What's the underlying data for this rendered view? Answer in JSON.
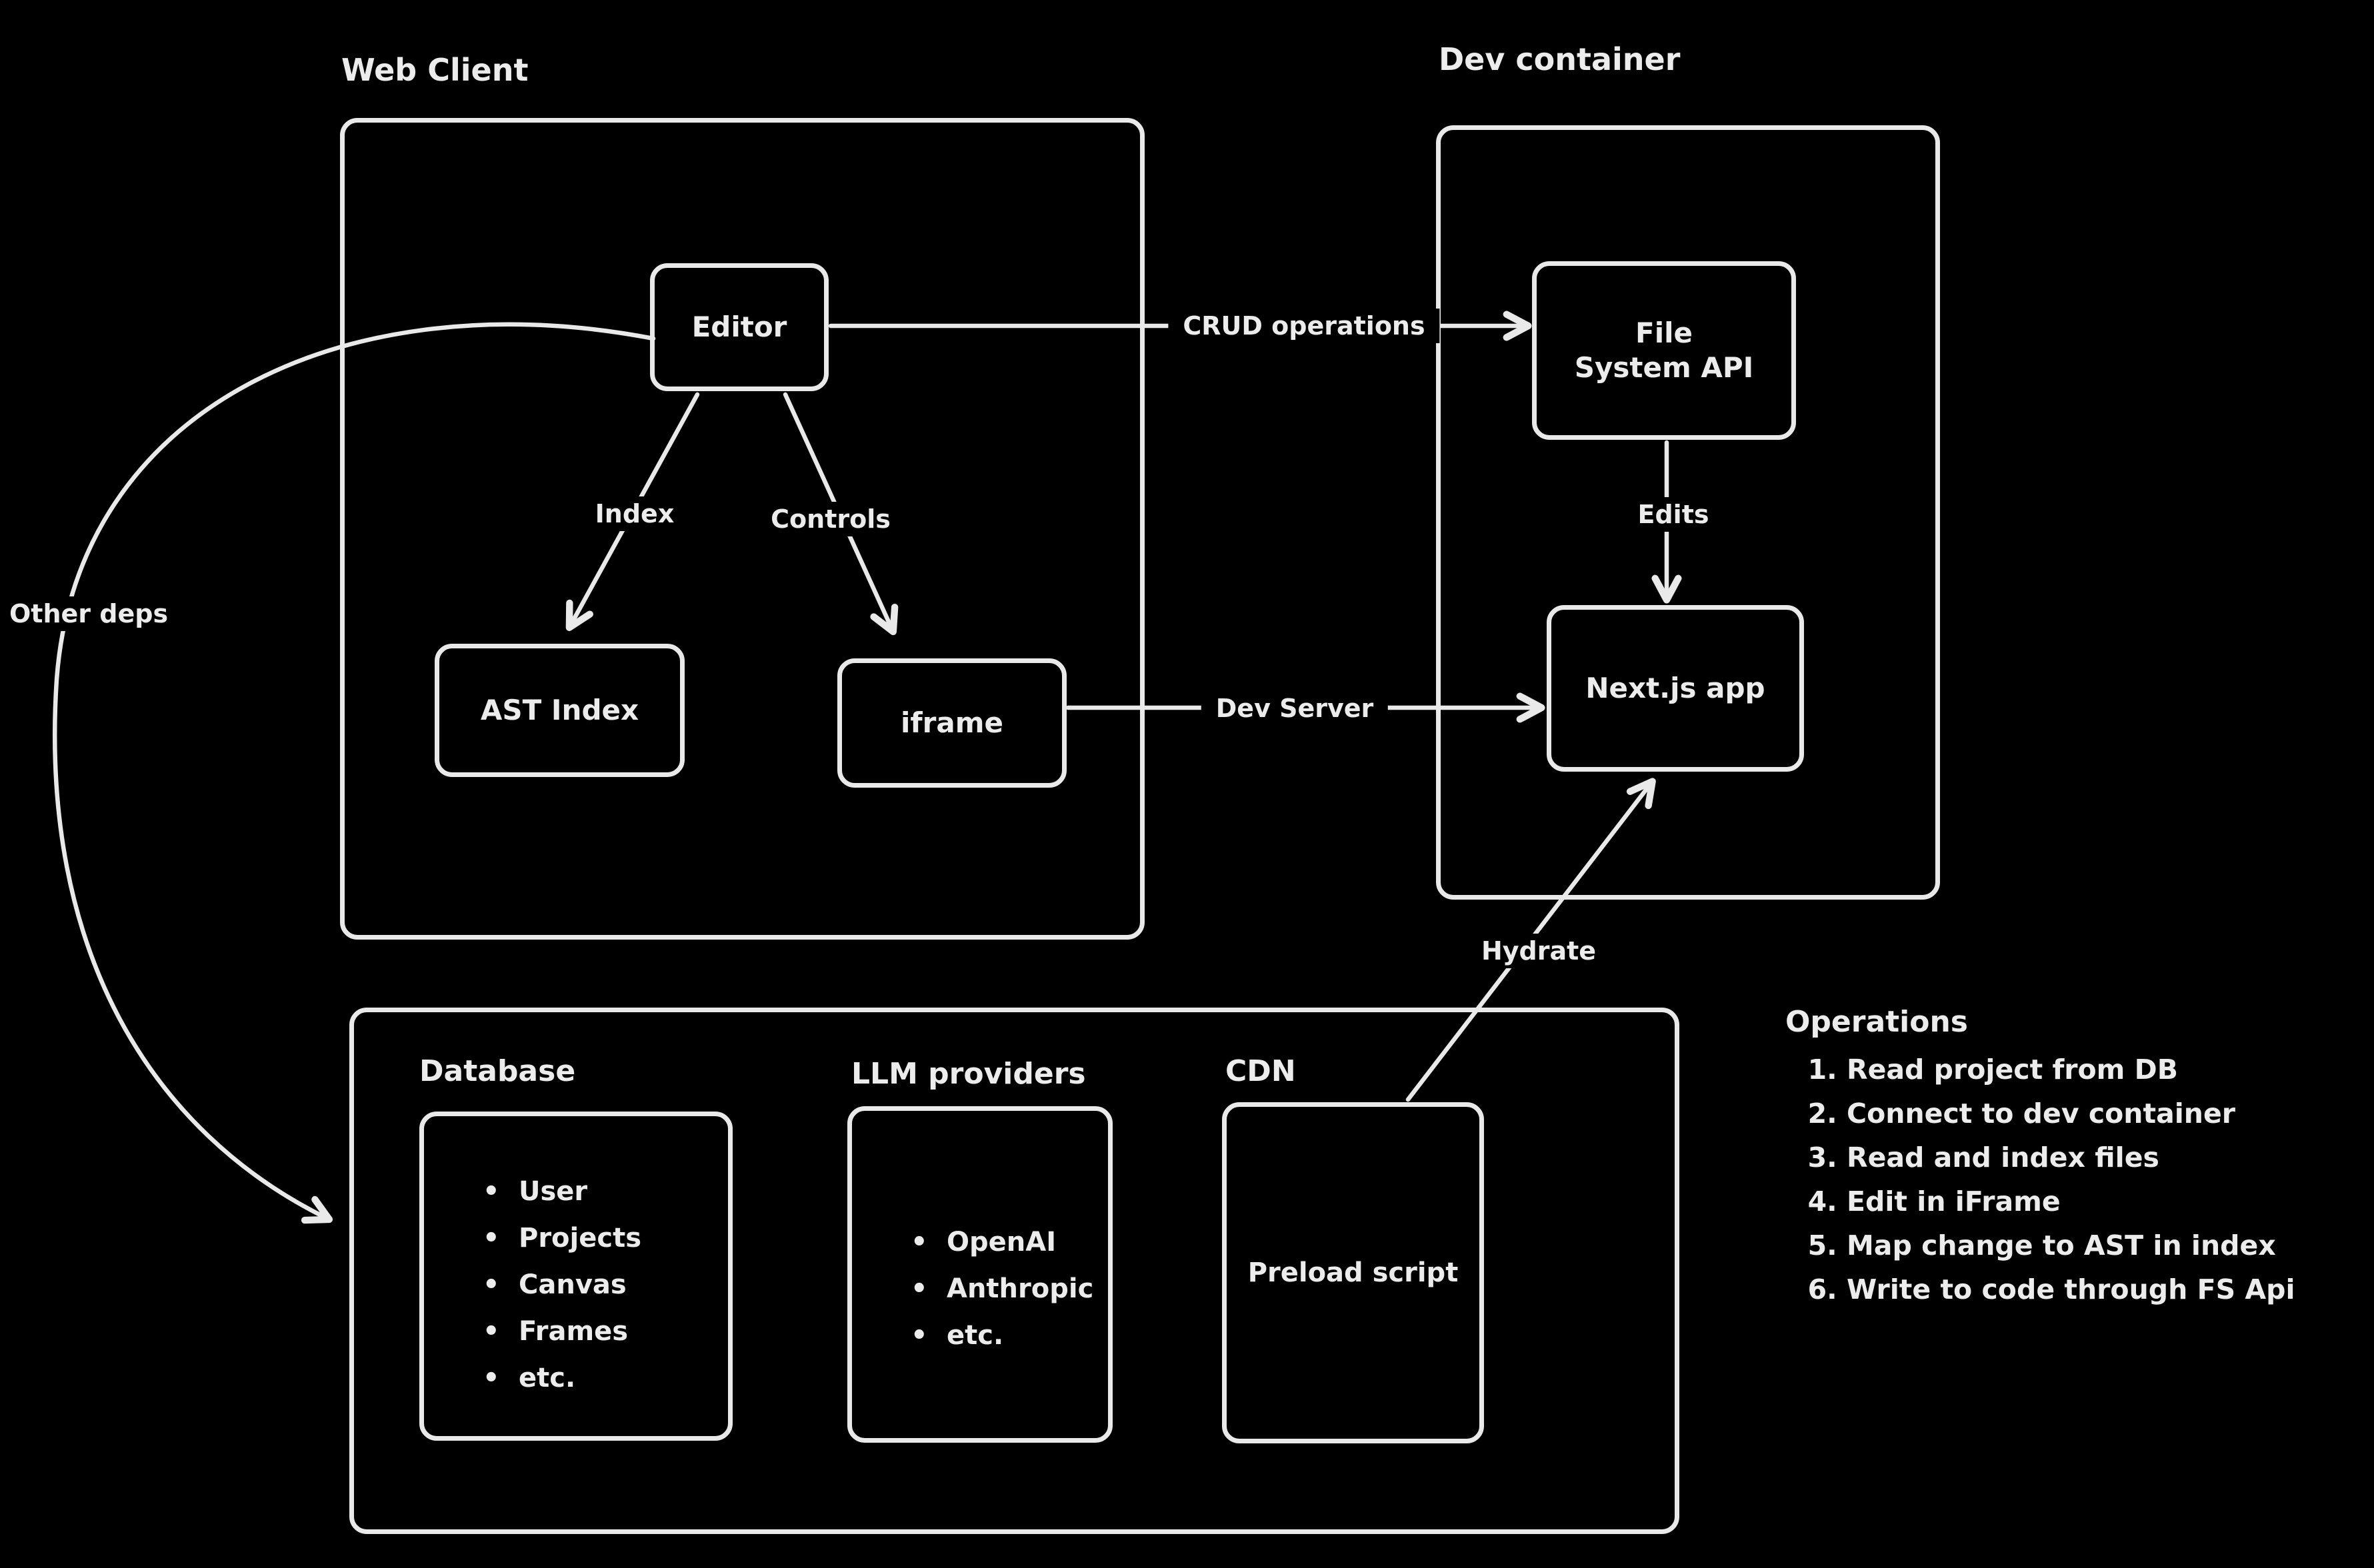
{
  "groups": {
    "web_client": {
      "label": "Web Client"
    },
    "dev_container": {
      "label": "Dev container"
    }
  },
  "nodes": {
    "editor": {
      "label": "Editor"
    },
    "ast_index": {
      "label": "AST Index"
    },
    "iframe": {
      "label": "iframe"
    },
    "file_system_api": {
      "label": "File System API"
    },
    "nextjs_app": {
      "label": "Next.js app"
    },
    "database": {
      "label": "Database",
      "items": [
        "User",
        "Projects",
        "Canvas",
        "Frames",
        "etc."
      ]
    },
    "llm_providers": {
      "label": "LLM providers",
      "items": [
        "OpenAI",
        "Anthropic",
        "etc."
      ]
    },
    "cdn": {
      "label": "CDN",
      "content": "Preload script"
    }
  },
  "edges": {
    "crud": {
      "label": "CRUD operations"
    },
    "index": {
      "label": "Index"
    },
    "controls": {
      "label": "Controls"
    },
    "edits": {
      "label": "Edits"
    },
    "dev_server": {
      "label": "Dev Server"
    },
    "hydrate": {
      "label": "Hydrate"
    },
    "other_deps": {
      "label": "Other deps"
    }
  },
  "operations": {
    "title": "Operations",
    "items": [
      "Read project from DB",
      "Connect to dev container",
      "Read and index files",
      "Edit in iFrame",
      "Map change to AST in index",
      "Write to code through FS Api"
    ]
  },
  "colors": {
    "background": "#000000",
    "stroke": "#e9e9e9",
    "text": "#ececec"
  }
}
